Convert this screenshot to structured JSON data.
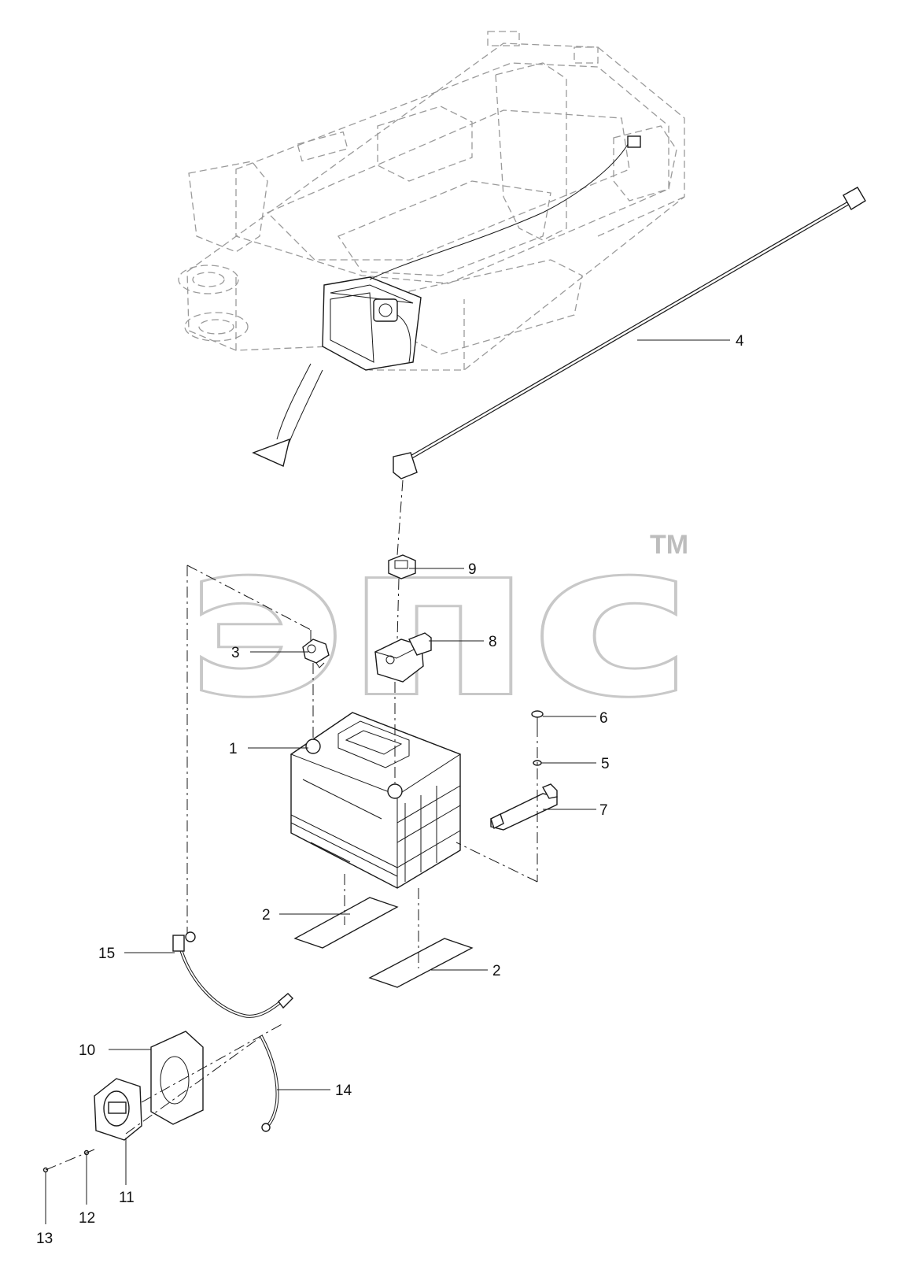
{
  "watermark": {
    "text": "эпс",
    "trademark": "TM"
  },
  "callouts": [
    {
      "id": "1",
      "label": "1"
    },
    {
      "id": "2a",
      "label": "2"
    },
    {
      "id": "2b",
      "label": "2"
    },
    {
      "id": "3",
      "label": "3"
    },
    {
      "id": "4",
      "label": "4"
    },
    {
      "id": "5",
      "label": "5"
    },
    {
      "id": "6",
      "label": "6"
    },
    {
      "id": "7",
      "label": "7"
    },
    {
      "id": "8",
      "label": "8"
    },
    {
      "id": "9",
      "label": "9"
    },
    {
      "id": "10",
      "label": "10"
    },
    {
      "id": "11",
      "label": "11"
    },
    {
      "id": "12",
      "label": "12"
    },
    {
      "id": "13",
      "label": "13"
    },
    {
      "id": "14",
      "label": "14"
    },
    {
      "id": "15",
      "label": "15"
    }
  ],
  "colors": {
    "line": "#1a1a1a",
    "frame": "#9a9a9a",
    "watermark": "#c8c8c8"
  }
}
